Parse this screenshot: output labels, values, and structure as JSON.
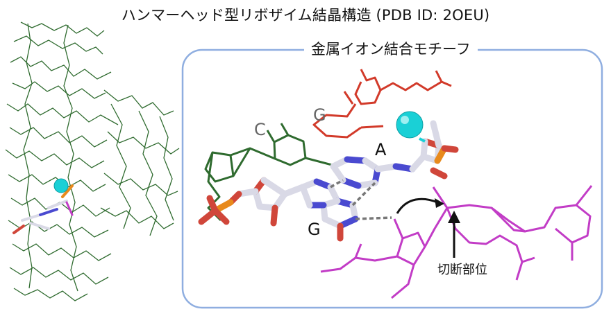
{
  "title": "ハンマーヘッド型リボザイム結晶構造 (PDB ID: 2OEU)",
  "inset": {
    "title": "金属イオン結合モチーフ",
    "labels": {
      "c": "C",
      "g_top": "G",
      "a": "A",
      "g_bottom": "G",
      "cleavage_site": "切断部位"
    }
  },
  "colors": {
    "backbone_green": "#2f6b2f",
    "metal_ion": "#1ad0d6",
    "red_nucleotide": "#d23a2a",
    "magenta_nucleotide": "#c23cc6",
    "stick_white": "#d9d9e6",
    "nitrogen": "#4a4ad0",
    "oxygen": "#d0463a",
    "phosphorus": "#e88a1c",
    "inset_border": "#8faee0"
  }
}
